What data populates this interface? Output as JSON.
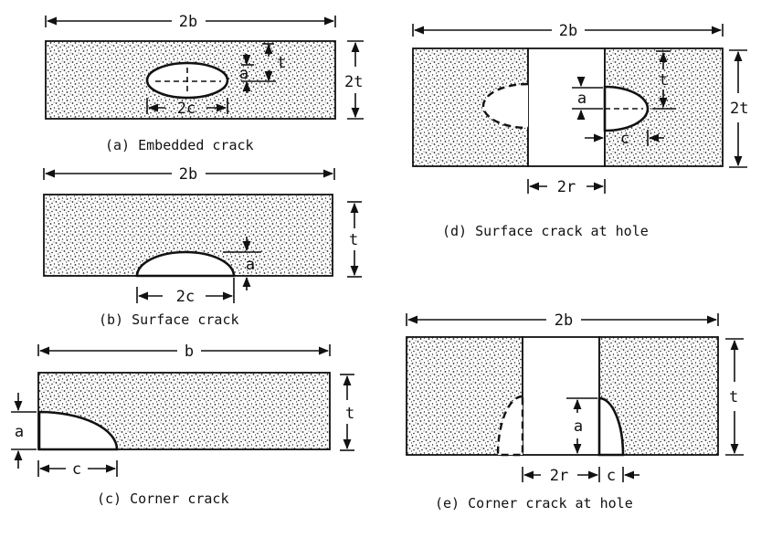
{
  "panels": {
    "a": {
      "caption": "(a) Embedded crack",
      "width_label": "2b",
      "height_label": "2t",
      "depth_label": "a",
      "half_thickness_label": "t",
      "length_label": "2c"
    },
    "b": {
      "caption": "(b) Surface crack",
      "width_label": "2b",
      "height_label": "t",
      "depth_label": "a",
      "length_label": "2c"
    },
    "c": {
      "caption": "(c) Corner crack",
      "width_label": "b",
      "height_label": "t",
      "depth_label": "a",
      "length_label": "c"
    },
    "d": {
      "caption": "(d) Surface crack at hole",
      "width_label": "2b",
      "height_label": "2t",
      "depth_label": "a",
      "half_thickness_label": "t",
      "length_label": "c",
      "hole_label": "2r"
    },
    "e": {
      "caption": "(e) Corner crack at hole",
      "width_label": "2b",
      "height_label": "t",
      "depth_label": "a",
      "length_label": "c",
      "hole_label": "2r"
    }
  },
  "colors": {
    "ink": "#111111",
    "background": "#ffffff"
  }
}
